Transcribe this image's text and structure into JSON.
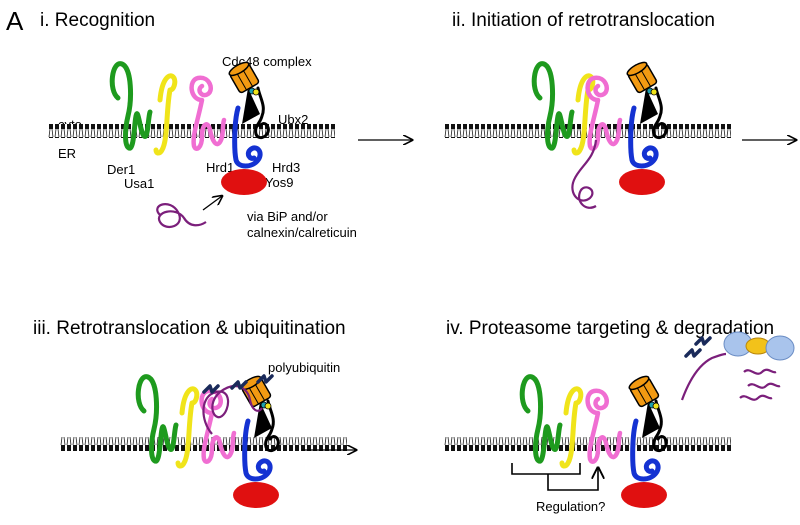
{
  "figure": {
    "panel_letter": "A",
    "step1_title": "i. Recognition",
    "step2_title": "ii. Initiation of retrotranslocation",
    "step3_title": "iii. Retrotranslocation & ubiquitination",
    "step4_title": "iv. Proteasome targeting & degradation"
  },
  "labels": {
    "cdc48": "Cdc48 complex",
    "cyto": "cyto",
    "er": "ER",
    "ubx2": "Ubx2",
    "der1": "Der1",
    "usa1": "Usa1",
    "hrd1": "Hrd1",
    "hrd3": "Hrd3",
    "yos9": "Yos9",
    "via_line1": "via BiP and/or",
    "via_line2": "calnexin/calreticuin",
    "polyubiquitin": "polyubiquitin",
    "regulation": "Regulation?"
  },
  "colors": {
    "der1": "#1e9a1e",
    "usa1": "#f0e41a",
    "hrd1": "#f06ed2",
    "hrd3": "#1432d2",
    "yos9": "#e01010",
    "cdc48": "#f29a12",
    "substrate": "#7b1f7b",
    "ubiquitin": "#1a2a5a",
    "proteasome_cap": "#a9c4ec",
    "proteasome_core": "#f2c21a"
  }
}
